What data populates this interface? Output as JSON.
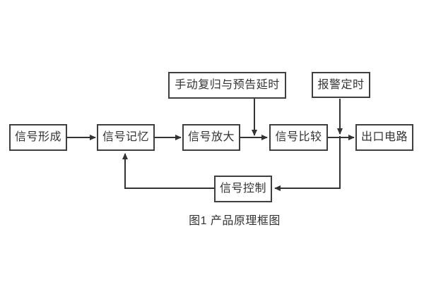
{
  "diagram": {
    "caption": "图1 产品原理框图",
    "colors": {
      "background": "#ffffff",
      "box_border": "#3f3f3f",
      "box_fill": "#ffffff",
      "line": "#333333",
      "text": "#333333"
    },
    "nodes": {
      "signal_formation": {
        "label": "信号形成"
      },
      "signal_memory": {
        "label": "信号记忆"
      },
      "signal_amplification": {
        "label": "信号放大"
      },
      "signal_comparison": {
        "label": "信号比较"
      },
      "output_circuit": {
        "label": "出口电路"
      },
      "manual_reset_delay": {
        "label": "手动复归与预告延时"
      },
      "alarm_timing": {
        "label": "报警定时"
      },
      "signal_control": {
        "label": "信号控制"
      }
    },
    "edges": [
      {
        "from": "signal_formation",
        "to": "signal_memory"
      },
      {
        "from": "signal_memory",
        "to": "signal_amplification"
      },
      {
        "from": "signal_amplification",
        "to": "signal_comparison"
      },
      {
        "from": "signal_comparison",
        "to": "output_circuit"
      },
      {
        "from": "manual_reset_delay",
        "to": "signal_amplification_to_comparison_link"
      },
      {
        "from": "alarm_timing",
        "to": "signal_comparison_to_output_link"
      },
      {
        "from": "alarm_timing",
        "to": "signal_control"
      },
      {
        "from": "signal_control",
        "to": "signal_memory"
      }
    ]
  }
}
